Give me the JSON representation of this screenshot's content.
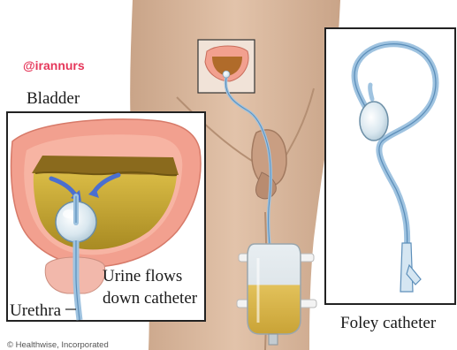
{
  "watermark": "@irannurs",
  "labels": {
    "bladder": "Bladder",
    "urine_flows_line1": "Urine flows",
    "urine_flows_line2": "down catheter",
    "urethra": "Urethra",
    "foley_catheter": "Foley catheter"
  },
  "copyright": "© Healthwise, Incorporated",
  "colors": {
    "skin": "#d8b79e",
    "skin_shadow": "#b8947a",
    "bladder_wall": "#f2a08f",
    "urine": "#c8a832",
    "urine_dark": "#8a7418",
    "catheter": "#9fc3e0",
    "catheter_dark": "#5d8fba",
    "arrow": "#4a6fd0",
    "watermark": "#e5375a",
    "frame": "#222222"
  },
  "icons": {
    "flow_arrows": "curved-arrow-icon"
  }
}
